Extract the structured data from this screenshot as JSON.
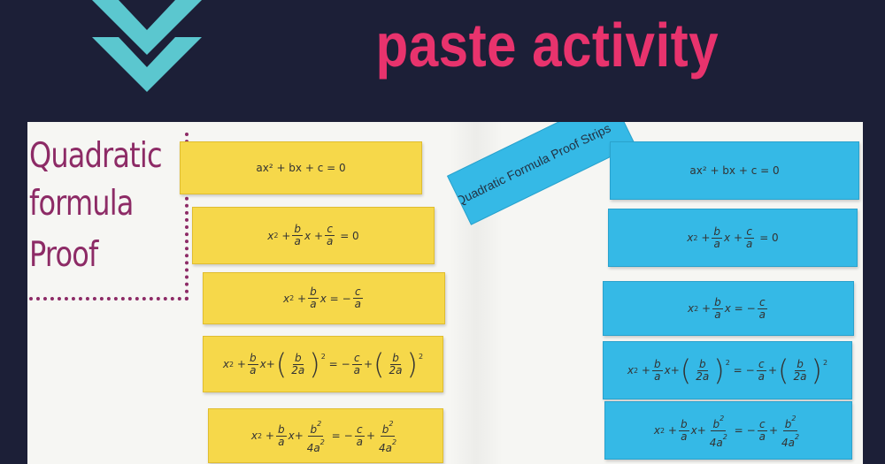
{
  "headline": "paste activity",
  "colors": {
    "background": "#1c1f37",
    "headline": "#e8336d",
    "chevron": "#5bc7cf",
    "yellow_strip": "#f6d84a",
    "blue_strip": "#35b9e6",
    "marker": "#8d2b66"
  },
  "photo": {
    "title_lines": [
      "Quadratic",
      "formula",
      "Proof"
    ],
    "label_strip": "e Quadratic Formula Proof Strips",
    "eq_common": {
      "x": "x",
      "a": "a",
      "b": "b",
      "c": "c",
      "two": "2",
      "two_a": "2a",
      "b_sq": "b",
      "four_a_sq": "4a",
      "plus": "+",
      "eq": "=",
      "minus": "−",
      "lp": "(",
      "rp": ")"
    },
    "eq1": "ax² + bx + c = 0"
  }
}
